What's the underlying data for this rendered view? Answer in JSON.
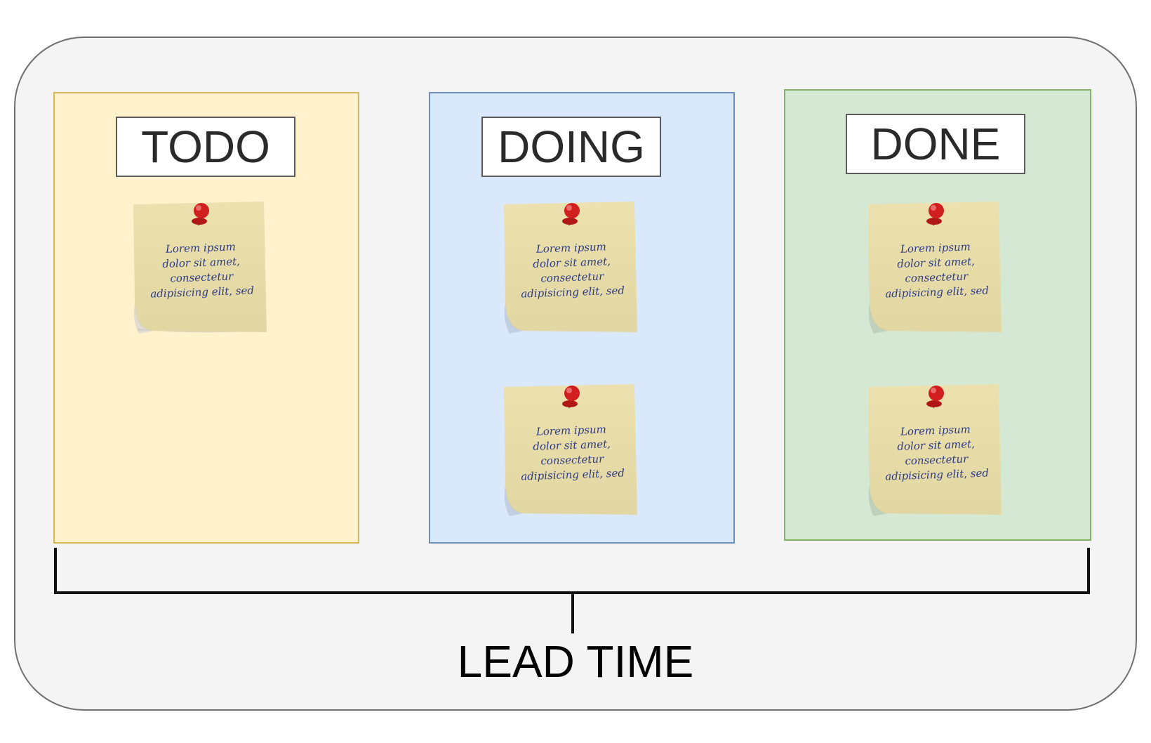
{
  "colors": {
    "board_bg": "#f4f4f4",
    "board_border": "#6f6f6f",
    "todo_bg": "#fff2cc",
    "todo_border": "#d6b656",
    "doing_bg": "#dae8fc",
    "doing_border": "#6c8ebf",
    "done_bg": "#d5e8d4",
    "done_border": "#82b366",
    "note_paper": "#f0e6b8",
    "pin_red": "#d11f1f"
  },
  "columns": [
    {
      "id": "todo",
      "title": "TODO",
      "notes": [
        {
          "text": "Lorem ipsum\ndolor sit amet,\nconsectetur\nadipisicing elit, sed"
        }
      ]
    },
    {
      "id": "doing",
      "title": "DOING",
      "notes": [
        {
          "text": "Lorem ipsum\ndolor sit amet,\nconsectetur\nadipisicing elit, sed"
        },
        {
          "text": "Lorem ipsum\ndolor sit amet,\nconsectetur\nadipisicing elit, sed"
        }
      ]
    },
    {
      "id": "done",
      "title": "DONE",
      "notes": [
        {
          "text": "Lorem ipsum\ndolor sit amet,\nconsectetur\nadipisicing elit, sed"
        },
        {
          "text": "Lorem ipsum\ndolor sit amet,\nconsectetur\nadipisicing elit, sed"
        }
      ]
    }
  ],
  "lead_time_label": "LEAD TIME",
  "icons": {
    "pin": "pushpin-icon",
    "note": "sticky-note-icon"
  }
}
